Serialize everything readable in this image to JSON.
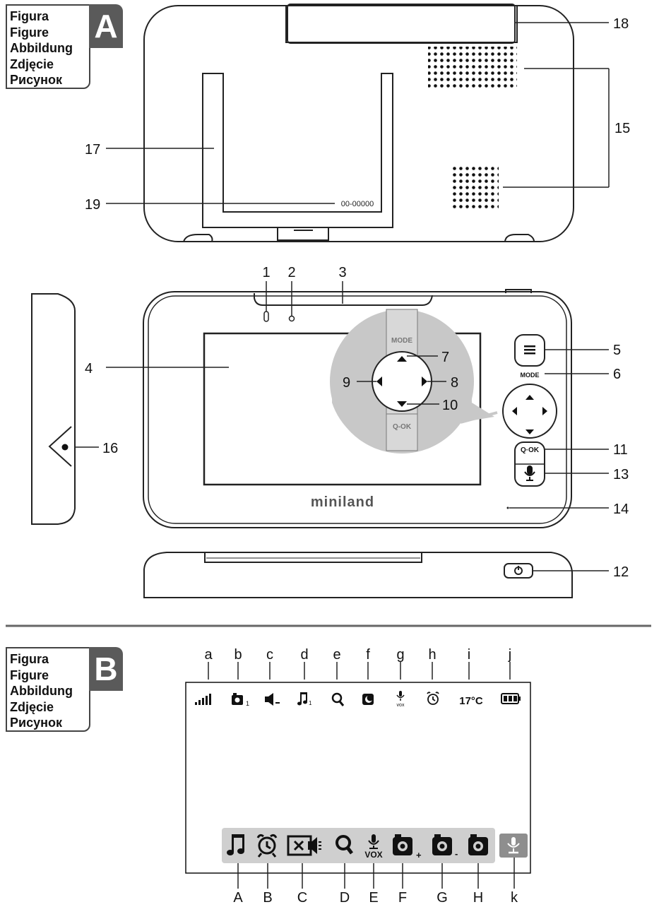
{
  "figure_a": {
    "caption": [
      "Figura",
      "Figure",
      "Abbildung",
      "Zdjęcie",
      "Рисунок"
    ],
    "letter": "A",
    "serial_text": "00-00000",
    "brand": "miniland",
    "dpad_labels": {
      "mode": "MODE",
      "ok": "Q-OK"
    },
    "side_button_labels": {
      "mode": "MODE",
      "ok": "Q·OK"
    },
    "callouts": {
      "n1": "1",
      "n2": "2",
      "n3": "3",
      "n4": "4",
      "n5": "5",
      "n6": "6",
      "n7": "7",
      "n8": "8",
      "n9": "9",
      "n10": "10",
      "n11": "11",
      "n12": "12",
      "n13": "13",
      "n14": "14",
      "n15": "15",
      "n16": "16",
      "n17": "17",
      "n18": "18",
      "n19": "19"
    }
  },
  "figure_b": {
    "caption": [
      "Figura",
      "Figure",
      "Abbildung",
      "Zdjęcie",
      "Рисунок"
    ],
    "letter": "B",
    "top_letters": [
      "a",
      "b",
      "c",
      "d",
      "e",
      "f",
      "g",
      "h",
      "i",
      "j"
    ],
    "bottom_letters": [
      "A",
      "B",
      "C",
      "D",
      "E",
      "F",
      "G",
      "H",
      "k"
    ],
    "status_icons": [
      "signal-icon",
      "camera-1-icon",
      "volume-low-icon",
      "music-1-icon",
      "zoom-icon",
      "night-mode-icon",
      "vox-icon",
      "alarm-icon",
      "temperature-text",
      "battery-icon"
    ],
    "temperature": "17°C",
    "vox_text": "VOX",
    "small_vox_text": "vox",
    "camera_subscripts": {
      "b": "1",
      "d": "1",
      "c": "-",
      "F": "+",
      "G": "-"
    },
    "menu_icons": [
      "music-icon",
      "alarm-icon",
      "screen-off-icon",
      "zoom-icon",
      "vox-icon",
      "add-camera-icon",
      "remove-camera-icon",
      "camera-icon",
      "talk-icon"
    ]
  }
}
